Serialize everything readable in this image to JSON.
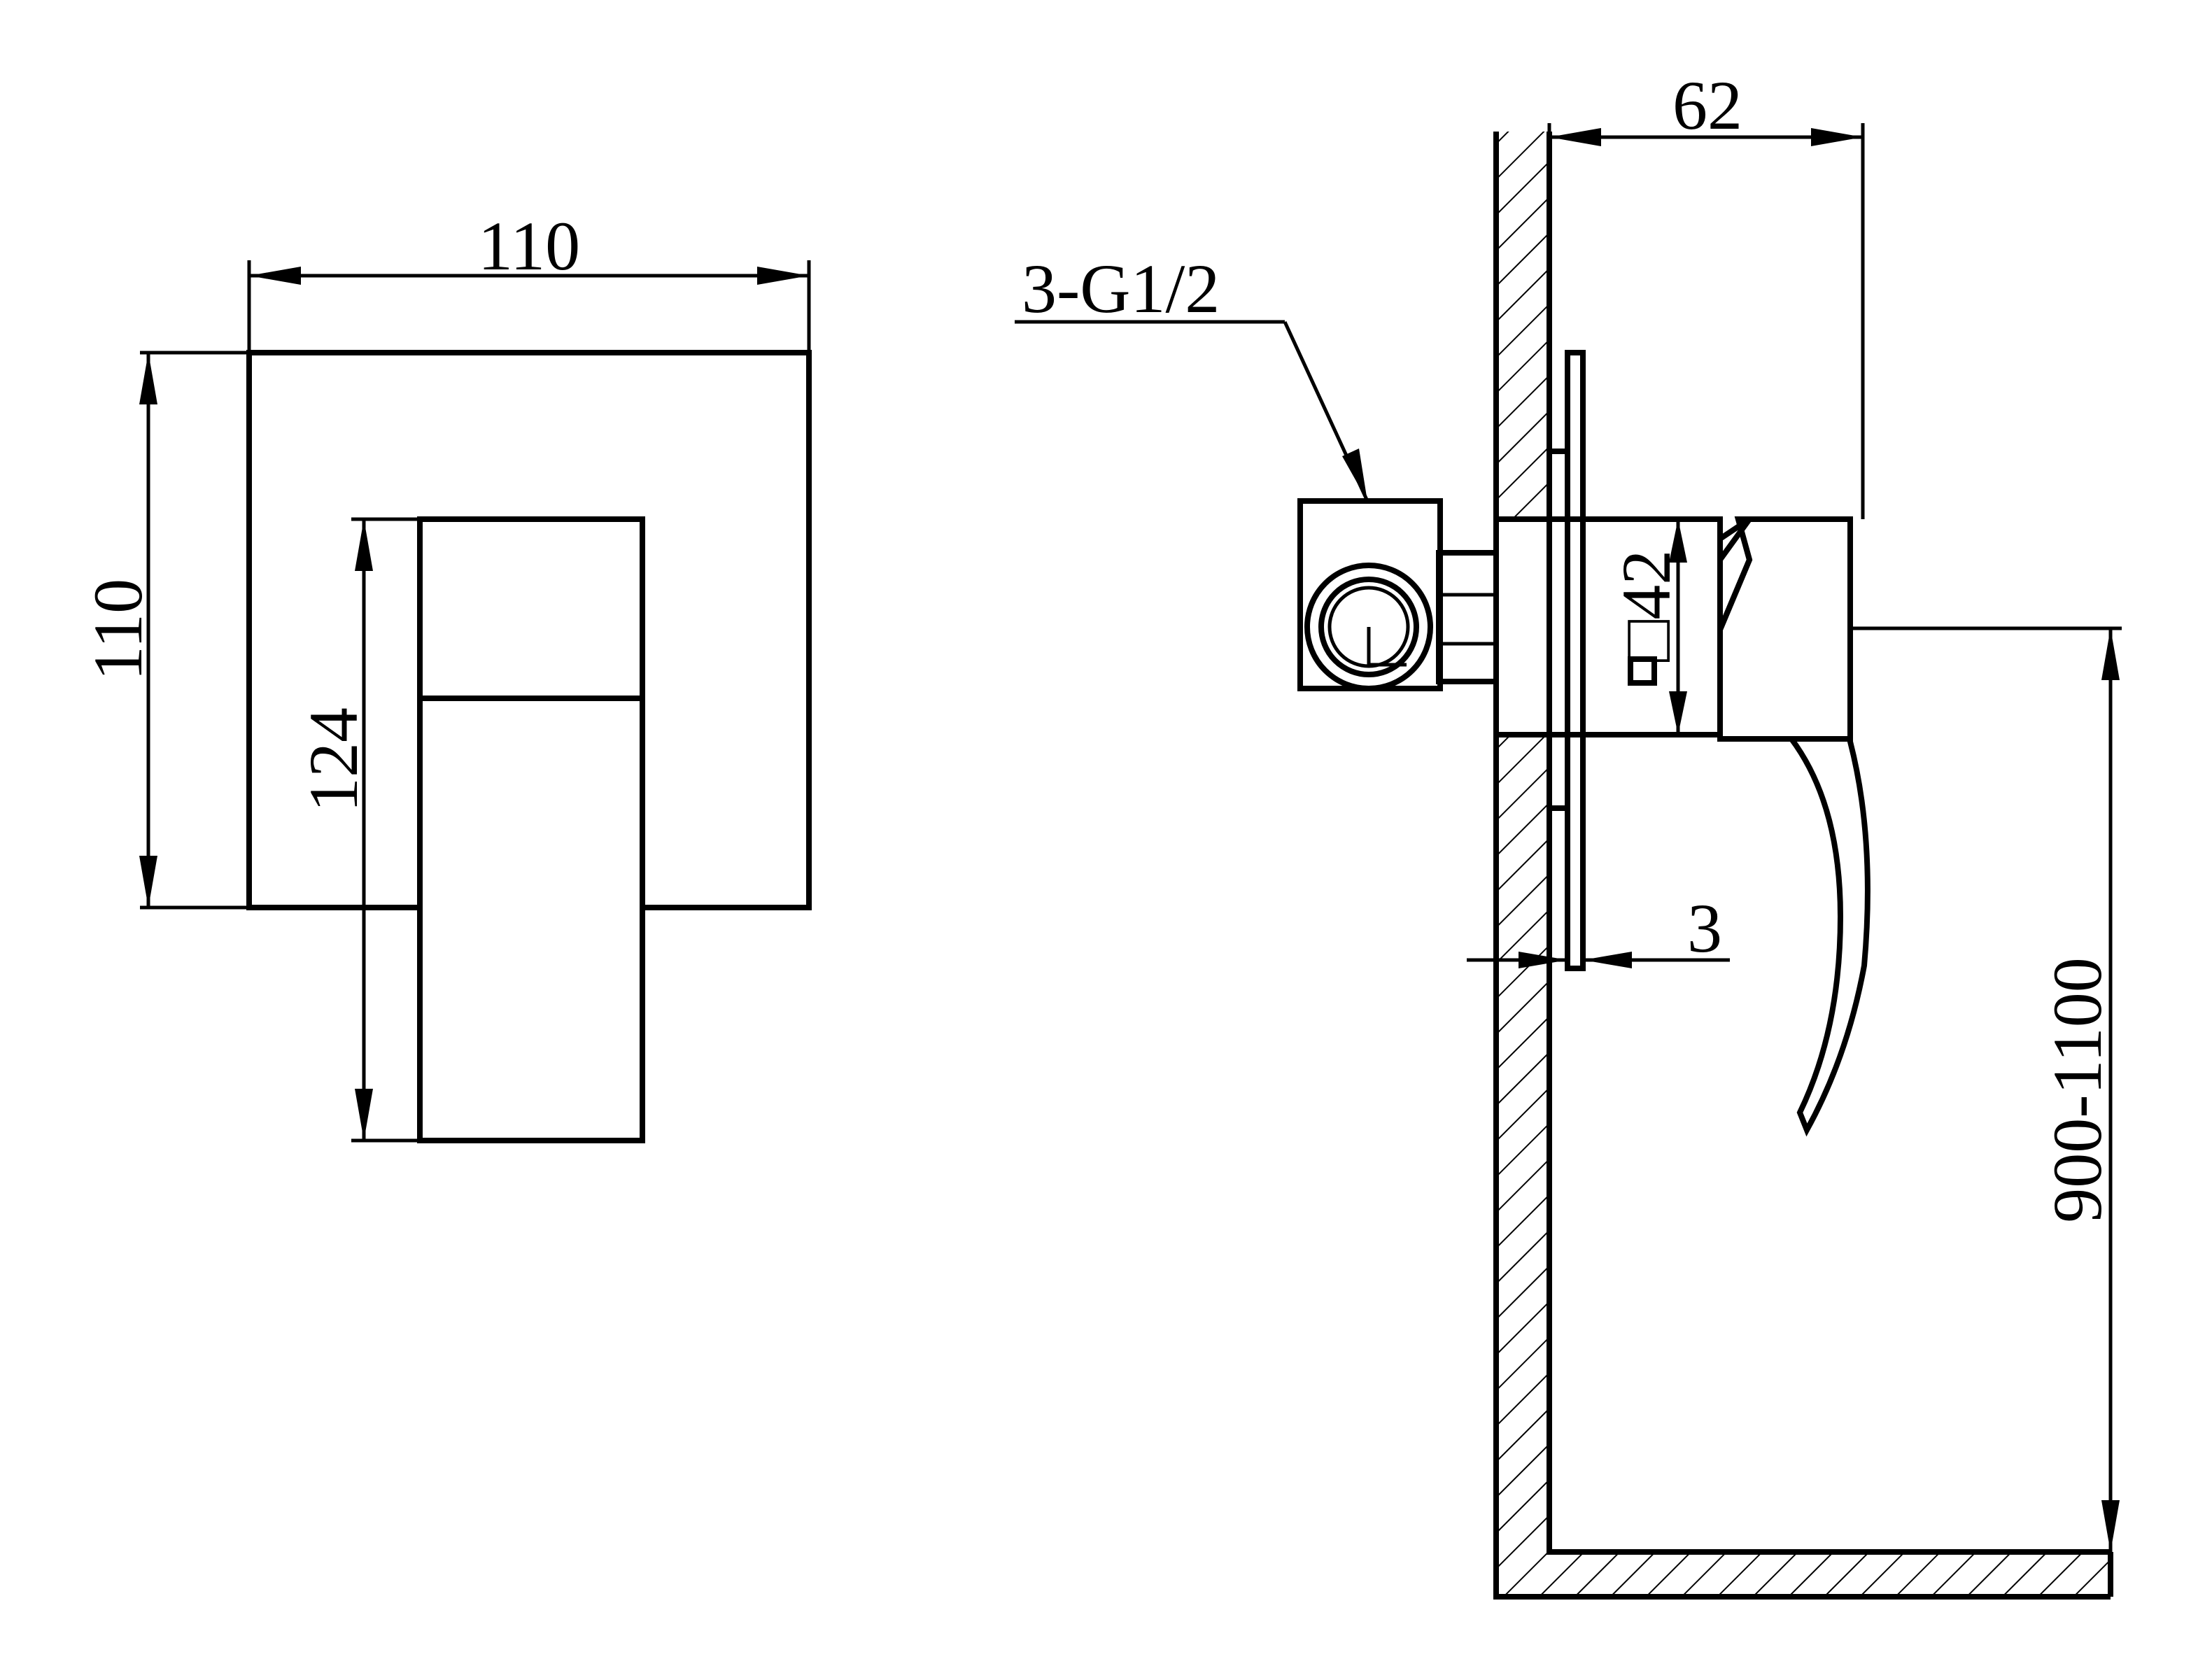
{
  "diagram": {
    "front_view": {
      "width_label": "110",
      "height_label": "110",
      "handle_height_label": "124"
    },
    "side_view": {
      "connection_label": "3-G1/2",
      "depth_label": "62",
      "square_label": "□42",
      "plate_thickness_label": "3",
      "mount_height_label": "900-1100"
    },
    "colors": {
      "line": "#000000",
      "background": "#ffffff"
    }
  }
}
